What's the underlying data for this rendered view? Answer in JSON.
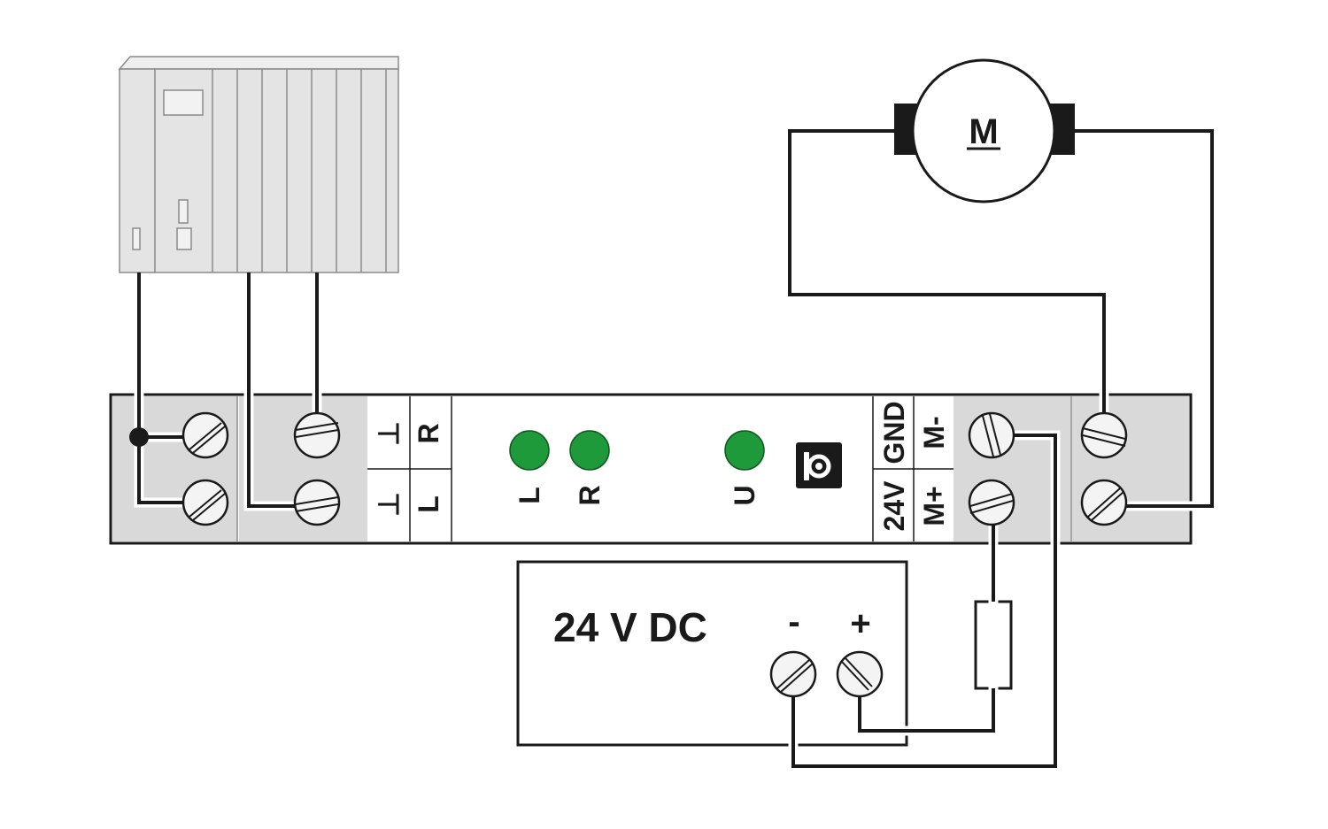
{
  "motor": {
    "label": "M"
  },
  "module": {
    "left_block": {
      "top_labels": [
        "⊥",
        "R"
      ],
      "bottom_labels": [
        "⊥",
        "L"
      ]
    },
    "leds": [
      {
        "label": "L",
        "color": "#1e9a3a"
      },
      {
        "label": "R",
        "color": "#1e9a3a"
      },
      {
        "label": "U",
        "color": "#1e9a3a"
      }
    ],
    "right_block": {
      "labels": [
        "GND",
        "24V",
        "M-",
        "M+"
      ]
    }
  },
  "power_supply": {
    "label": "24 V DC",
    "minus": "-",
    "plus": "+"
  },
  "colors": {
    "wire": "#1a1a1a",
    "terminal_block": "#d9d9d9",
    "plc_body": "#e4e4e4",
    "led_green": "#1e9a3a"
  }
}
